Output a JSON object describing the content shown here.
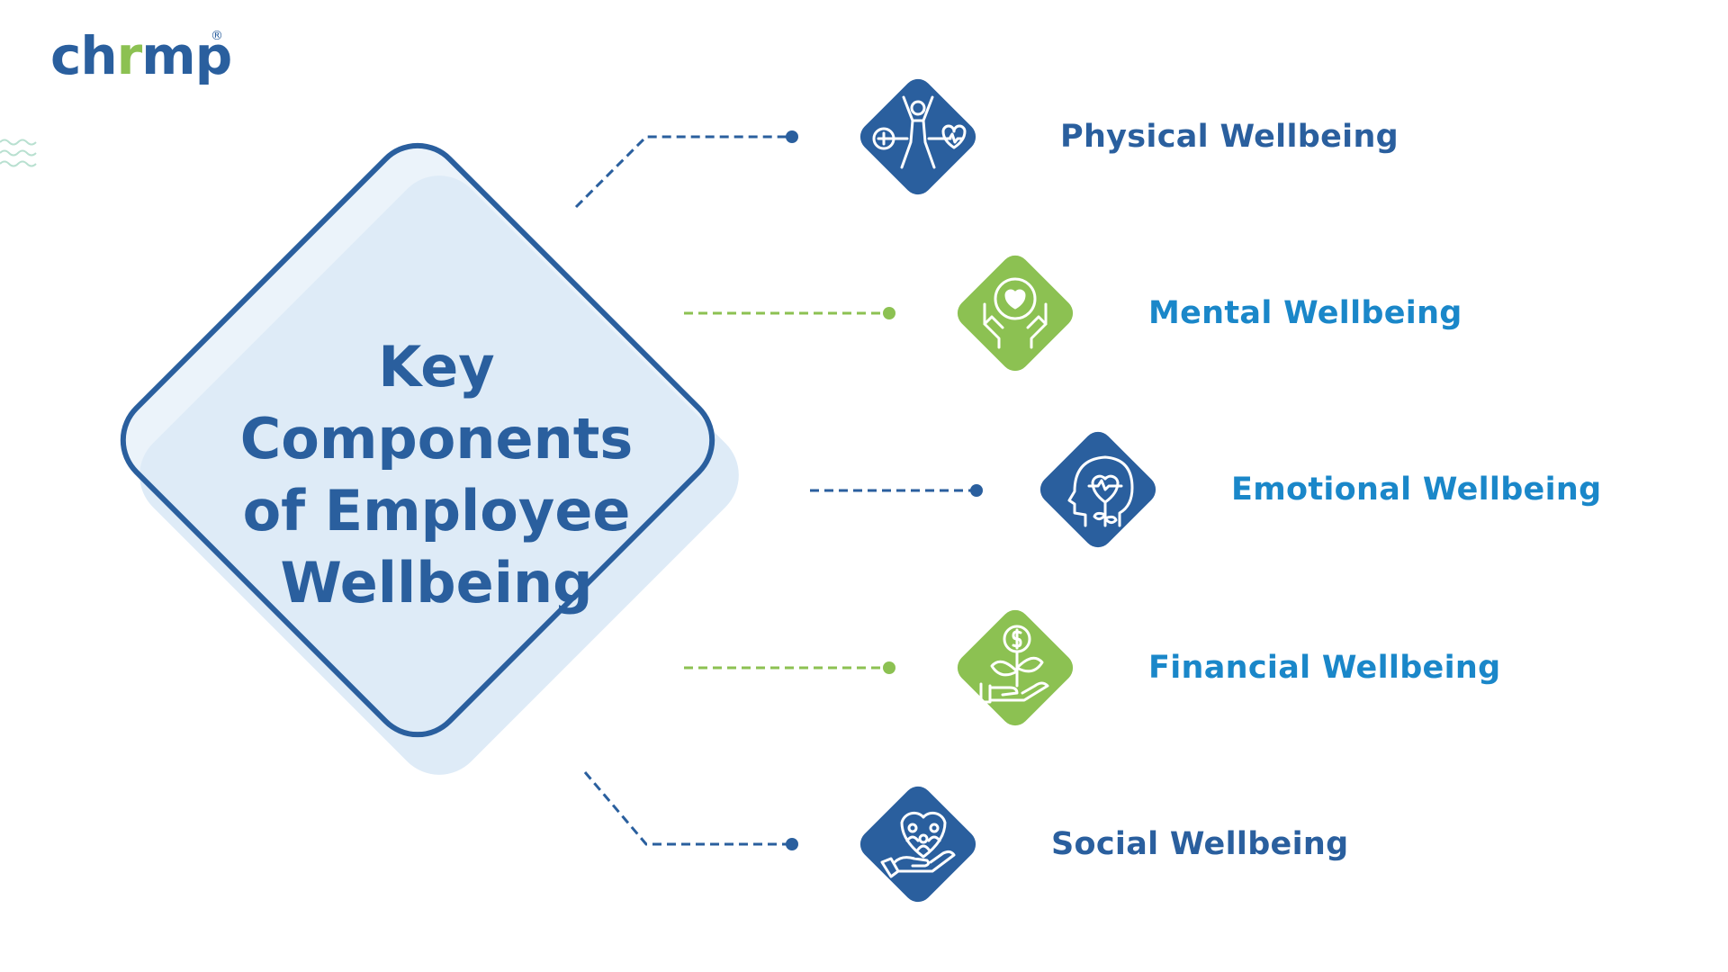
{
  "brand": {
    "logo_part1": "ch",
    "logo_part2": "r",
    "logo_part3": "mp",
    "logo_registered": "®"
  },
  "title_lines": [
    "Key",
    "Components",
    "of Employee",
    "Wellbeing"
  ],
  "colors": {
    "blue": "#2a5f9e",
    "green": "#8cc152",
    "light_blue_fill": "#deebf7",
    "label_blue": "#2a5f9e",
    "label_cyan": "#1a87c9"
  },
  "components": [
    {
      "label": "Physical Wellbeing",
      "icon": "physical-fitness-icon",
      "color": "blue"
    },
    {
      "label": "Mental Wellbeing",
      "icon": "heart-hands-icon",
      "color": "green"
    },
    {
      "label": "Emotional Wellbeing",
      "icon": "head-heart-icon",
      "color": "blue"
    },
    {
      "label": "Financial Wellbeing",
      "icon": "money-plant-icon",
      "color": "green"
    },
    {
      "label": "Social Wellbeing",
      "icon": "community-hand-icon",
      "color": "blue"
    }
  ]
}
